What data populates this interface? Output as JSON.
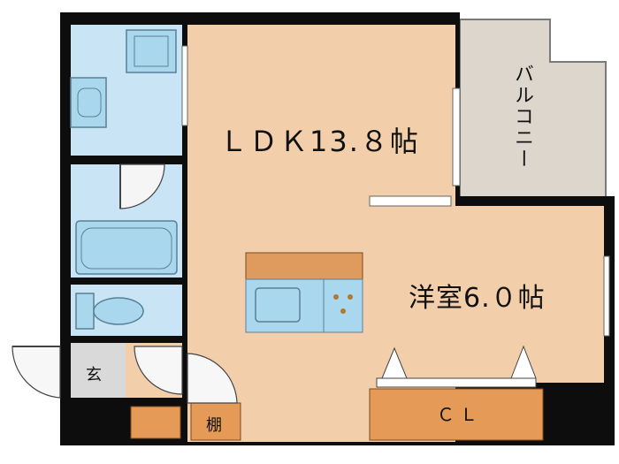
{
  "rooms": {
    "ldk": "ＬＤＫ13.８帖",
    "bedroom": "洋室6.０帖",
    "closet": "ＣＬ",
    "shelf": "棚",
    "entrance": "玄",
    "balcony": "バルコニー"
  },
  "colors": {
    "wall": "#0d0d0d",
    "ldk_floor": "#f2cfaa",
    "wet_area": "#c8e4f5",
    "fixture": "#a9d8ee",
    "balcony": "#ddd6cc",
    "storage": "#e59a57",
    "counter": "#df9b5e",
    "entrance": "#d9d9d9"
  }
}
